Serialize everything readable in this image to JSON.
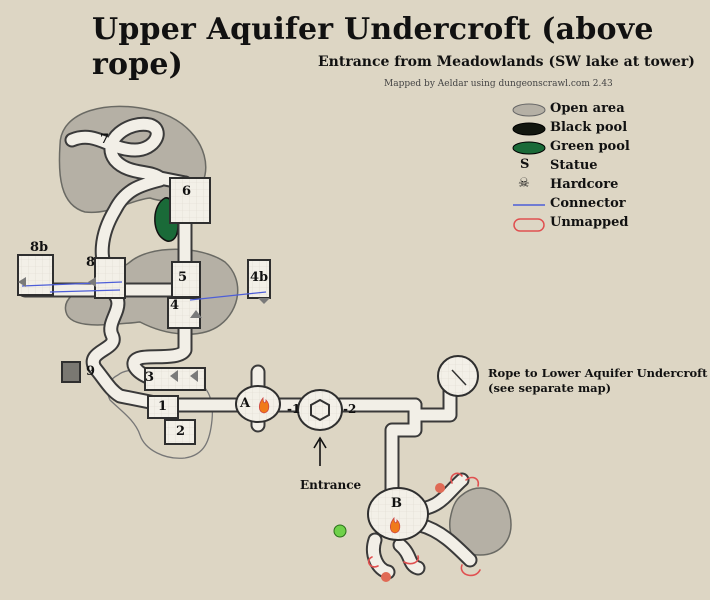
{
  "title": "Upper Aquifer Undercroft (above rope)",
  "subtitle": "Entrance from Meadowlands (SW lake at tower)",
  "credit": "Mapped by Aeldar using dungeonscrawl.com 2.43",
  "legend": [
    {
      "symbol": "open-area",
      "label": "Open area"
    },
    {
      "symbol": "black-pool",
      "label": "Black pool"
    },
    {
      "symbol": "green-pool",
      "label": "Green pool"
    },
    {
      "symbol": "statue",
      "glyph": "S",
      "label": "Statue"
    },
    {
      "symbol": "hardcore",
      "glyph": "☠",
      "label": "Hardcore"
    },
    {
      "symbol": "connector",
      "label": "Connector"
    },
    {
      "symbol": "unmapped",
      "label": "Unmapped"
    }
  ],
  "rooms": {
    "r1": "1",
    "r2": "2",
    "r3": "3",
    "r4": "4",
    "r4b": "4b",
    "r5": "5",
    "r6": "6",
    "r7": "7",
    "r8": "8",
    "r8b": "8b",
    "r9": "9",
    "rA": "A",
    "rB": "B",
    "m1": "-1",
    "m2": "-2"
  },
  "rope_note_line1": "Rope to Lower Aquifer Undercroft",
  "rope_note_line2": "(see separate map)",
  "entrance_label": "Entrance",
  "colors": {
    "background": "#ddd6c4",
    "open_area": "#b5b0a5",
    "floor": "#f2efe7",
    "wall": "#3a3a3a",
    "green_pool": "#1a6a38",
    "black_pool": "#12160f",
    "connector": "#4d5ed8",
    "unmapped": "#e05050"
  }
}
